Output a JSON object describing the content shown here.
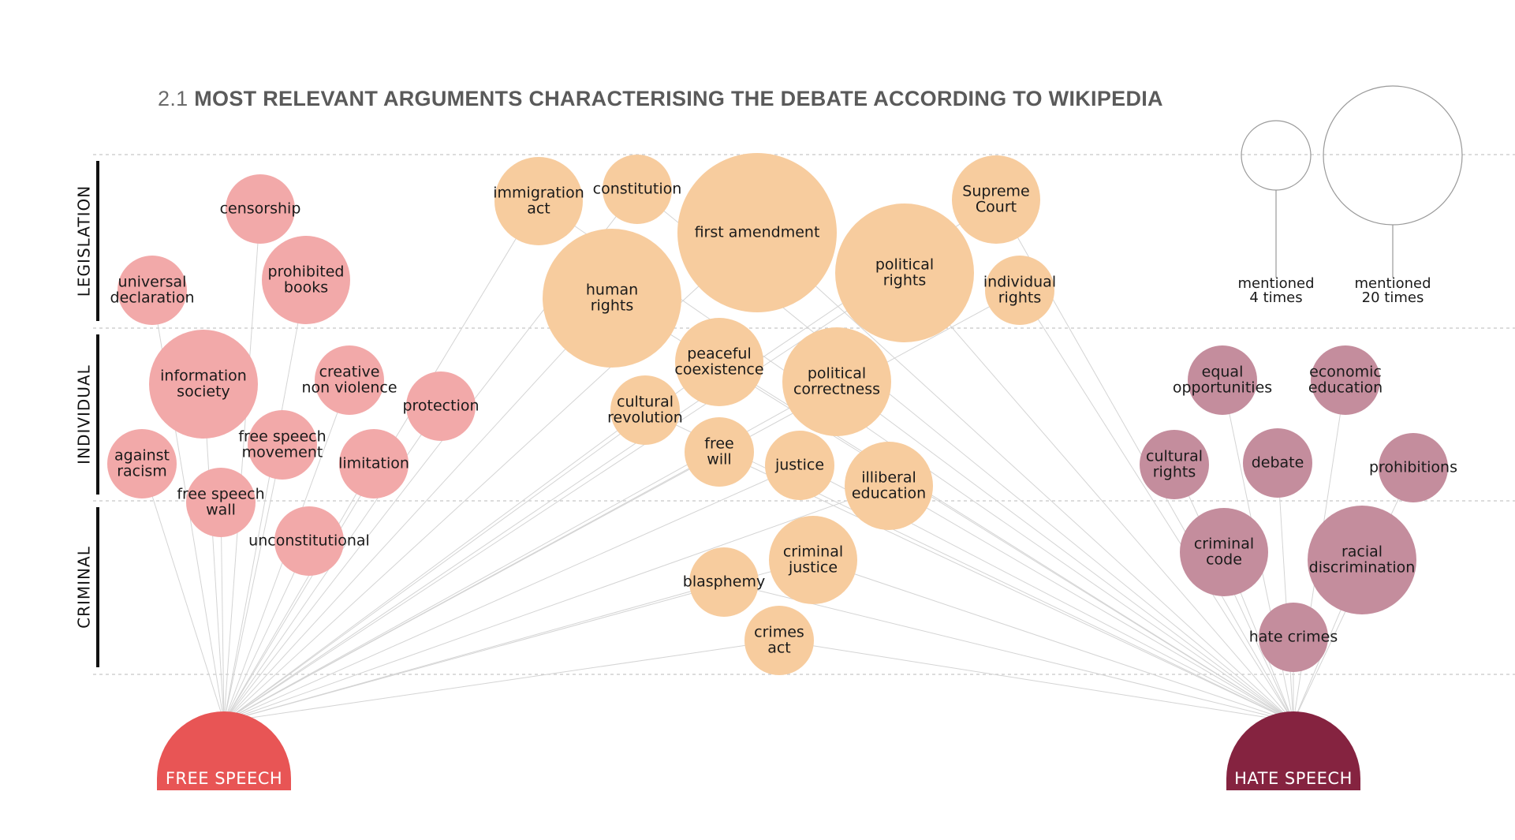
{
  "title": {
    "number": "2.1",
    "text": "MOST RELEVANT ARGUMENTS CHARACTERISING THE DEBATE ACCORDING TO WIKIPEDIA"
  },
  "colors": {
    "free_speech_bubble": "#f2a9a9",
    "shared_bubble": "#f7cc9e",
    "hate_speech_bubble": "#c48d9d",
    "free_speech_hub": "#e85555",
    "hate_speech_hub": "#852340",
    "link": "#d4d4d4",
    "divider": "#c8c8c8"
  },
  "categories": [
    "LEGISLATION",
    "INDIVIDUAL",
    "CRIMINAL"
  ],
  "hubs": {
    "free_speech": "FREE SPEECH",
    "hate_speech": "HATE SPEECH"
  },
  "legend": [
    {
      "label_lines": [
        "mentioned",
        "4 times"
      ],
      "mentions": 4
    },
    {
      "label_lines": [
        "mentioned",
        "20 times"
      ],
      "mentions": 20
    }
  ],
  "arguments": [
    {
      "lines": [
        "censorship"
      ],
      "group": "free_speech",
      "category": "LEGISLATION"
    },
    {
      "lines": [
        "universal",
        "declaration"
      ],
      "group": "free_speech",
      "category": "LEGISLATION"
    },
    {
      "lines": [
        "prohibited",
        "books"
      ],
      "group": "free_speech",
      "category": "LEGISLATION"
    },
    {
      "lines": [
        "information",
        "society"
      ],
      "group": "free_speech",
      "category": "INDIVIDUAL"
    },
    {
      "lines": [
        "creative",
        "non violence"
      ],
      "group": "free_speech",
      "category": "INDIVIDUAL"
    },
    {
      "lines": [
        "protection"
      ],
      "group": "free_speech",
      "category": "INDIVIDUAL"
    },
    {
      "lines": [
        "free speech",
        "movement"
      ],
      "group": "free_speech",
      "category": "INDIVIDUAL"
    },
    {
      "lines": [
        "against",
        "racism"
      ],
      "group": "free_speech",
      "category": "INDIVIDUAL"
    },
    {
      "lines": [
        "limitation"
      ],
      "group": "free_speech",
      "category": "INDIVIDUAL"
    },
    {
      "lines": [
        "free speech",
        "wall"
      ],
      "group": "free_speech",
      "category": "CRIMINAL"
    },
    {
      "lines": [
        "unconstitutional"
      ],
      "group": "free_speech",
      "category": "CRIMINAL"
    },
    {
      "lines": [
        "immigration",
        "act"
      ],
      "group": "shared",
      "category": "LEGISLATION"
    },
    {
      "lines": [
        "constitution"
      ],
      "group": "shared",
      "category": "LEGISLATION"
    },
    {
      "lines": [
        "first amendment"
      ],
      "group": "shared",
      "category": "LEGISLATION"
    },
    {
      "lines": [
        "Supreme",
        "Court"
      ],
      "group": "shared",
      "category": "LEGISLATION"
    },
    {
      "lines": [
        "human",
        "rights"
      ],
      "group": "shared",
      "category": "LEGISLATION"
    },
    {
      "lines": [
        "political",
        "rights"
      ],
      "group": "shared",
      "category": "LEGISLATION"
    },
    {
      "lines": [
        "individual",
        "rights"
      ],
      "group": "shared",
      "category": "LEGISLATION"
    },
    {
      "lines": [
        "peaceful",
        "coexistence"
      ],
      "group": "shared",
      "category": "INDIVIDUAL"
    },
    {
      "lines": [
        "political",
        "correctness"
      ],
      "group": "shared",
      "category": "INDIVIDUAL"
    },
    {
      "lines": [
        "cultural",
        "revolution"
      ],
      "group": "shared",
      "category": "INDIVIDUAL"
    },
    {
      "lines": [
        "free",
        "will"
      ],
      "group": "shared",
      "category": "INDIVIDUAL"
    },
    {
      "lines": [
        "justice"
      ],
      "group": "shared",
      "category": "INDIVIDUAL"
    },
    {
      "lines": [
        "illiberal",
        "education"
      ],
      "group": "shared",
      "category": "INDIVIDUAL"
    },
    {
      "lines": [
        "criminal",
        "justice"
      ],
      "group": "shared",
      "category": "CRIMINAL"
    },
    {
      "lines": [
        "blasphemy"
      ],
      "group": "shared",
      "category": "CRIMINAL"
    },
    {
      "lines": [
        "crimes",
        "act"
      ],
      "group": "shared",
      "category": "CRIMINAL"
    },
    {
      "lines": [
        "equal",
        "opportunities"
      ],
      "group": "hate_speech",
      "category": "INDIVIDUAL"
    },
    {
      "lines": [
        "economic",
        "education"
      ],
      "group": "hate_speech",
      "category": "INDIVIDUAL"
    },
    {
      "lines": [
        "cultural",
        "rights"
      ],
      "group": "hate_speech",
      "category": "INDIVIDUAL"
    },
    {
      "lines": [
        "debate"
      ],
      "group": "hate_speech",
      "category": "INDIVIDUAL"
    },
    {
      "lines": [
        "prohibitions"
      ],
      "group": "hate_speech",
      "category": "INDIVIDUAL"
    },
    {
      "lines": [
        "criminal",
        "code"
      ],
      "group": "hate_speech",
      "category": "CRIMINAL"
    },
    {
      "lines": [
        "racial",
        "discrimination"
      ],
      "group": "hate_speech",
      "category": "CRIMINAL"
    },
    {
      "lines": [
        "hate crimes"
      ],
      "group": "hate_speech",
      "category": "CRIMINAL"
    }
  ]
}
